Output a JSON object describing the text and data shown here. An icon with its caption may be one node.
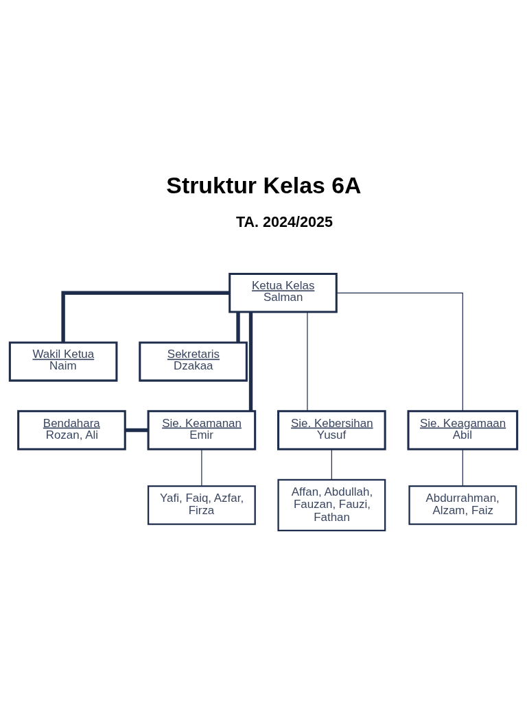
{
  "diagram": {
    "title": "Struktur Kelas 6A",
    "nodes": [
      {
        "text": [
          "Ketua Kelas",
          "Salman"
        ]
      },
      {
        "text": [
          "Wakil Ketua",
          "Naim"
        ]
      },
      {
        "text": [
          "Sekretaris",
          "Dzakaa"
        ]
      },
      {
        "text": [
          "Bendahara",
          "Rozan, Ali"
        ]
      },
      {
        "text": [
          "Sie. Keamanan",
          "Emir"
        ]
      },
      {
        "text": [
          "Sie. Kebersihan",
          "Yusuf"
        ]
      },
      {
        "text": [
          "Sie. Keagamaan",
          "Abil"
        ]
      },
      {
        "text": [
          "Yafi, Faiq, Azfar, Firza"
        ]
      },
      {
        "text": [
          "Affan, Abdullah, Fauzan, Fauzi, Fathan"
        ]
      },
      {
        "text": [
          "Abdurrahman, Alzam, Faiz"
        ]
      }
    ],
    "edges": [
      {
        "from": 0,
        "to": 1,
        "arrow": "none",
        "style": "thick"
      },
      {
        "from": 0,
        "to": 2,
        "arrow": "none",
        "style": "thick"
      },
      {
        "from": 0,
        "to": 4,
        "arrow": "none",
        "style": "thick"
      },
      {
        "from": 0,
        "to": 5,
        "arrow": "none"
      },
      {
        "from": 0,
        "to": 6,
        "arrow": "none"
      },
      {
        "from": 4,
        "to": 3,
        "arrow": "none",
        "style": "thick"
      },
      {
        "from": 4,
        "to": 7,
        "arrow": "none"
      },
      {
        "from": 5,
        "to": 8,
        "arrow": "none"
      },
      {
        "from": 6,
        "to": 9,
        "arrow": "none"
      }
    ],
    "labels": [
      "TA. 2024/2025"
    ]
  }
}
